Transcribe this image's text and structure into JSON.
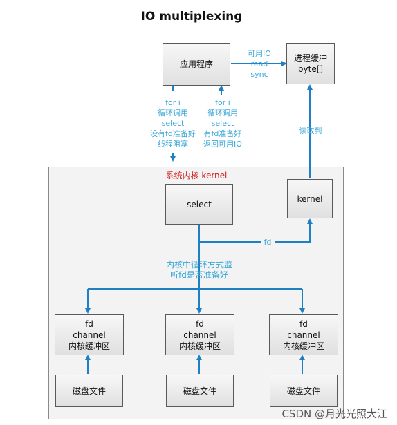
{
  "title": "IO  multiplexing",
  "kernel_label": "系统内核 kernel",
  "nodes": {
    "app": "应用程序",
    "process_buffer": [
      "进程缓冲",
      "byte[]"
    ],
    "select": "select",
    "kernel": "kernel",
    "channel_1": [
      "fd",
      "channel",
      "内核缓冲区"
    ],
    "channel_2": [
      "fd",
      "channel",
      "内核缓冲区"
    ],
    "channel_3": [
      "fd",
      "channel",
      "内核缓冲区"
    ],
    "disk_1": "磁盘文件",
    "disk_2": "磁盘文件",
    "disk_3": "磁盘文件"
  },
  "edge_labels": {
    "app_to_buffer": [
      "可用IO",
      "read",
      "sync"
    ],
    "app_down": [
      "for i",
      "循环调用",
      "select",
      "没有fd准备好",
      "线程阻塞"
    ],
    "select_up": [
      "for i",
      "循环调用",
      "select",
      "有fd准备好",
      "返回可用IO"
    ],
    "kernel_to_buffer": "读取到",
    "select_to_kernel": "fd",
    "monitor": [
      "内核中循环方式监",
      "听fd是否准备好"
    ]
  },
  "watermark": "CSDN @月光光照大江",
  "colors": {
    "arrow": "#1f7fc3",
    "note_text": "#3ba7d7",
    "kernel_label": "#d42020"
  }
}
